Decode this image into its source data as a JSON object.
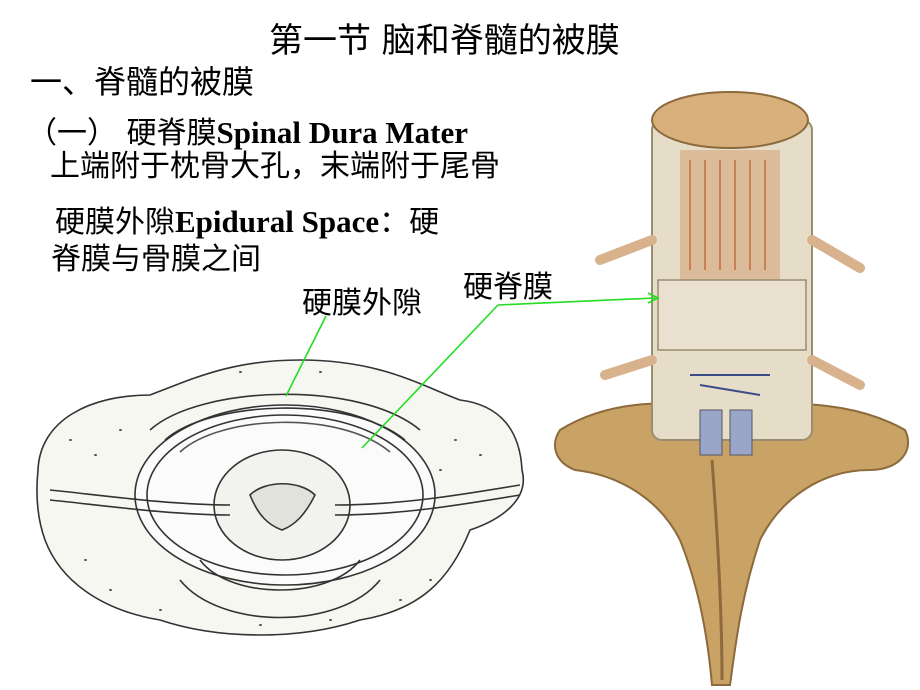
{
  "slide": {
    "title": "第一节   脑和脊髓的被膜",
    "heading": "一、脊髓的被膜",
    "subheading_cn": "（一） 硬脊膜",
    "subheading_en": "Spinal Dura Mater",
    "line1": "上端附于枕骨大孔，末端附于尾骨",
    "line2_cn": "硬膜外隙",
    "line2_en": "Epidural Space",
    "line2_tail": "：硬",
    "line3": "脊膜与骨膜之间"
  },
  "labels": {
    "epidural_space": "硬膜外隙",
    "spinal_dura": "硬脊膜"
  },
  "colors": {
    "pointer_line": "#22dd22",
    "bone": "#c9a266",
    "bone_dark": "#8c6a3c",
    "membrane": "#e6ddc9"
  }
}
